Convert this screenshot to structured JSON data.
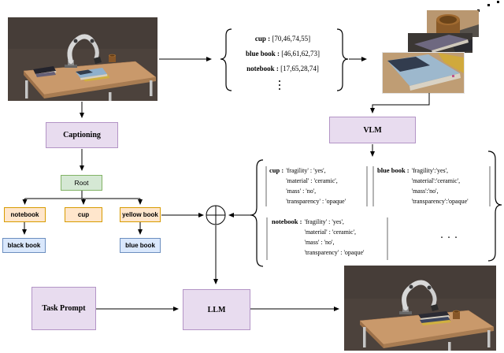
{
  "colors": {
    "lavender_fill": "#e8dcef",
    "lavender_border": "#b394c6",
    "green_fill": "#d5e8d4",
    "green_border": "#82b366",
    "orange_fill": "#ffe6cc",
    "orange_border": "#d79b00",
    "blue_fill": "#dae8fc",
    "blue_border": "#6c8ebf"
  },
  "pipeline": {
    "captioning": "Captioning",
    "vlm": "VLM",
    "llm": "LLM",
    "task_prompt": "Task Prompt"
  },
  "tree": {
    "root": "Root",
    "level1": [
      {
        "label": "notebook"
      },
      {
        "label": "cup"
      },
      {
        "label": "yellow book"
      }
    ],
    "level2": [
      {
        "label": "black book"
      },
      {
        "label": "blue book"
      }
    ]
  },
  "bbox_list": {
    "items": [
      {
        "name": "cup :",
        "value": "[70,46,74,55]"
      },
      {
        "name": "blue book :",
        "value": "[46,61,62,73]"
      },
      {
        "name": "notebook :",
        "value": "[17,65,28,74]"
      }
    ]
  },
  "attributes": {
    "cup": {
      "name": "cup :",
      "lines": [
        "'fragility' : 'yes',",
        "'material' : 'ceramic',",
        "'mass' : 'no',",
        "'transparency' : 'opaque'"
      ]
    },
    "blue_book": {
      "name": "blue book :",
      "lines": [
        "'fragility':'yes',",
        "'material':'ceramic',",
        "'mass':'no',",
        "'transparency':'opaque'"
      ]
    },
    "notebook": {
      "name": "notebook :",
      "lines": [
        "'fragility' : 'yes',",
        "'material' : 'ceramic',",
        "'mass' : 'no',",
        "'transparency' : 'opaque'"
      ]
    },
    "more": ". . ."
  }
}
